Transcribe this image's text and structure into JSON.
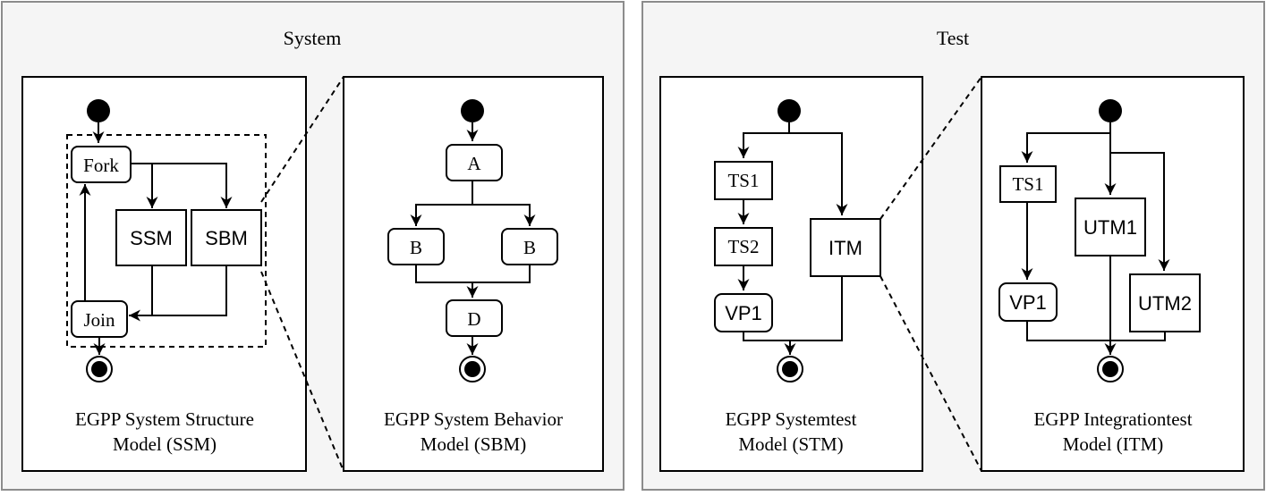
{
  "groups": {
    "system": "System",
    "test": "Test"
  },
  "panels": {
    "ssm": {
      "caption_line1": "EGPP System Structure",
      "caption_line2": "Model (SSM)",
      "nodes": {
        "fork": "Fork",
        "ssm": "SSM",
        "sbm": "SBM",
        "join": "Join"
      }
    },
    "sbm": {
      "caption_line1": "EGPP System Behavior",
      "caption_line2": "Model (SBM)",
      "nodes": {
        "a": "A",
        "b_left": "B",
        "b_right": "B",
        "d": "D"
      }
    },
    "stm": {
      "caption_line1": "EGPP Systemtest",
      "caption_line2": "Model (STM)",
      "nodes": {
        "ts1": "TS1",
        "ts2": "TS2",
        "vp1": "VP1",
        "itm": "ITM"
      }
    },
    "itm": {
      "caption_line1": "EGPP Integrationtest",
      "caption_line2": "Model (ITM)",
      "nodes": {
        "ts1": "TS1",
        "vp1": "VP1",
        "utm1": "UTM1",
        "utm2": "UTM2"
      }
    }
  },
  "colors": {
    "group_background": "#f5f5f5",
    "group_border": "#8c8c8c",
    "stroke": "#000000"
  }
}
